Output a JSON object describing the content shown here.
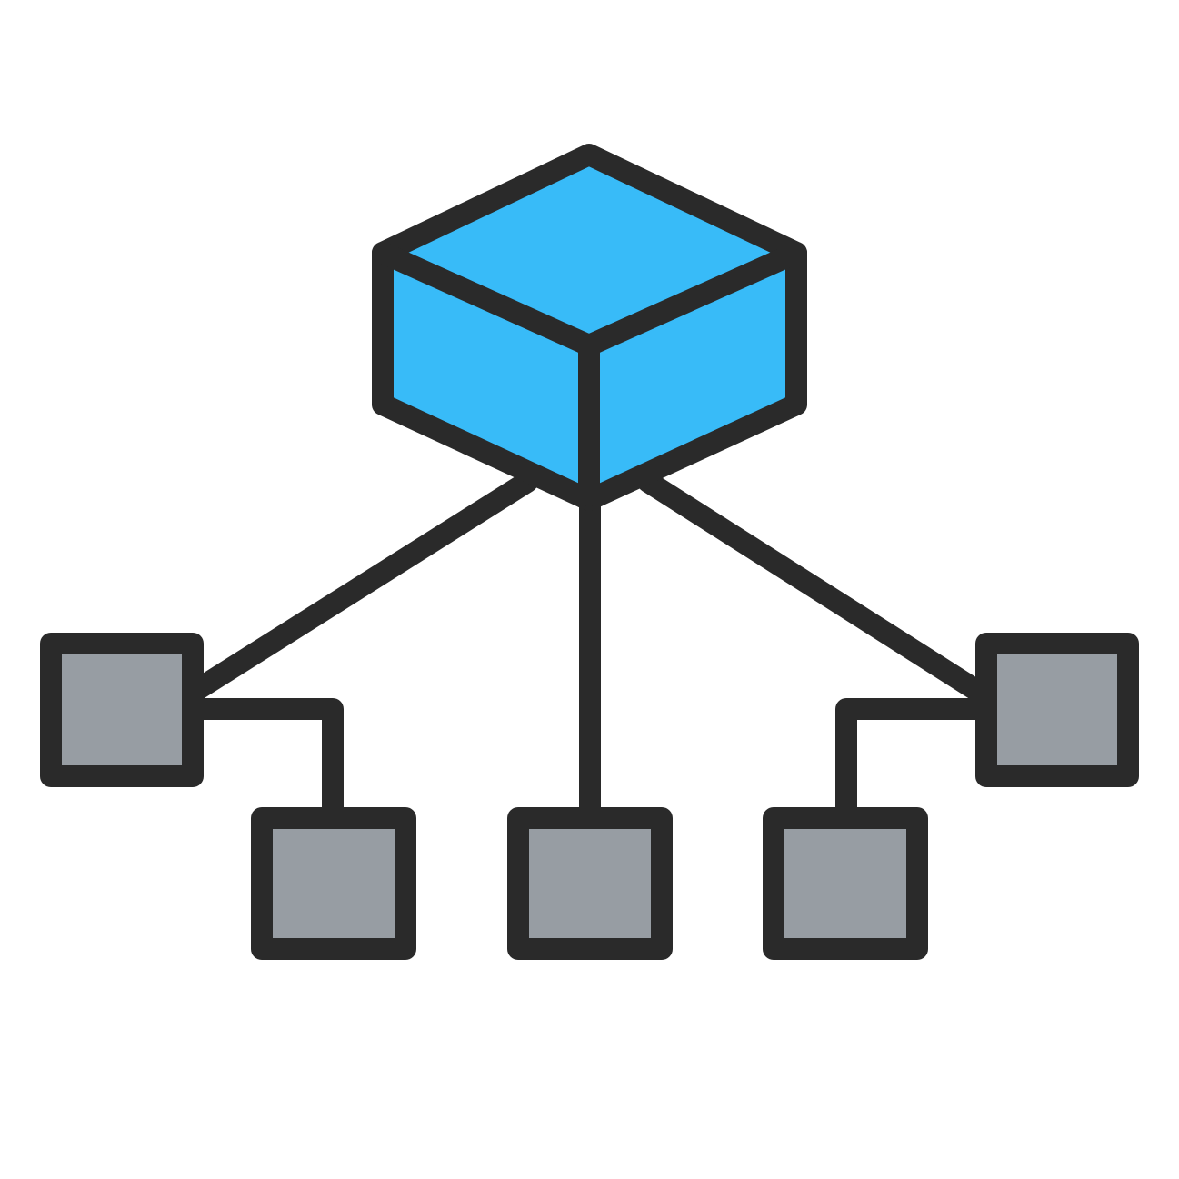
{
  "diagram": {
    "type": "hierarchy",
    "icon": "network-hub-icon",
    "colors": {
      "outline": "#2a2a2a",
      "hub_fill": "#38bbf8",
      "node_fill": "#979da3",
      "background": "#ffffff"
    },
    "hub": {
      "id": "hub",
      "shape": "cube"
    },
    "nodes": [
      {
        "id": "node-left",
        "shape": "square",
        "parent": "hub"
      },
      {
        "id": "node-center",
        "shape": "square",
        "parent": "hub"
      },
      {
        "id": "node-right",
        "shape": "square",
        "parent": "hub"
      },
      {
        "id": "node-left-child",
        "shape": "square",
        "parent": "node-left"
      },
      {
        "id": "node-right-child",
        "shape": "square",
        "parent": "node-right"
      }
    ],
    "edges": [
      {
        "from": "hub",
        "to": "node-left"
      },
      {
        "from": "hub",
        "to": "node-center"
      },
      {
        "from": "hub",
        "to": "node-right"
      },
      {
        "from": "node-left",
        "to": "node-left-child"
      },
      {
        "from": "node-right",
        "to": "node-right-child"
      }
    ]
  }
}
